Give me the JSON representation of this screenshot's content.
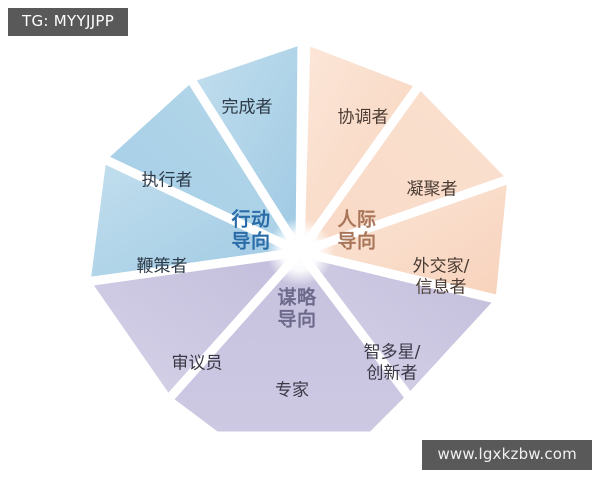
{
  "badge": {
    "text": "TG: MYYJJPP"
  },
  "watermark": {
    "text": "www.lgxkzbw.com"
  },
  "chart_data": {
    "type": "pie",
    "title": "",
    "subtitle": "",
    "legend_position": "none",
    "grid": false,
    "description": "Nine-segment team-role wheel divided into three color-coded orientation groups",
    "groups": [
      {
        "id": "action",
        "hub_label": "行动\n导向",
        "hub_label_line1": "行动",
        "hub_label_line2": "导向",
        "fill": "#a8cfe5",
        "fill_light": "#c3dfee",
        "hub_color": "#2a6ca8",
        "text_color": "#2e3b48",
        "count": 3
      },
      {
        "id": "people",
        "hub_label": "人际\n导向",
        "hub_label_line1": "人际",
        "hub_label_line2": "导向",
        "fill": "#f9d9c6",
        "fill_light": "#fce8dc",
        "hub_color": "#a9765a",
        "text_color": "#4a3b33",
        "count": 3
      },
      {
        "id": "thinking",
        "hub_label": "谋略\n导向",
        "hub_label_line1": "谋略",
        "hub_label_line2": "导向",
        "fill": "#c9c5e0",
        "fill_light": "#d8d5ea",
        "hub_color": "#6d6a8c",
        "text_color": "#3b3846",
        "count": 3
      }
    ],
    "segments": [
      {
        "label": "完成者",
        "group": "action",
        "group_label": "行动导向",
        "value": 1,
        "index": 0
      },
      {
        "label": "执行者",
        "group": "action",
        "group_label": "行动导向",
        "value": 1,
        "index": 1
      },
      {
        "label": "鞭策者",
        "group": "action",
        "group_label": "行动导向",
        "value": 1,
        "index": 2
      },
      {
        "label": "审议员",
        "group": "thinking",
        "group_label": "谋略导向",
        "value": 1,
        "index": 3
      },
      {
        "label": "专家",
        "group": "thinking",
        "group_label": "谋略导向",
        "value": 1,
        "index": 4
      },
      {
        "label": "智多星/\n创新者",
        "group": "thinking",
        "group_label": "谋略导向",
        "value": 1,
        "index": 5
      },
      {
        "label": "外交家/\n信息者",
        "group": "people",
        "group_label": "人际导向",
        "value": 1,
        "index": 6
      },
      {
        "label": "凝聚者",
        "group": "people",
        "group_label": "人际导向",
        "value": 1,
        "index": 7
      },
      {
        "label": "协调者",
        "group": "people",
        "group_label": "人际导向",
        "value": 1,
        "index": 8
      }
    ],
    "categories": [
      "完成者",
      "执行者",
      "鞭策者",
      "审议员",
      "专家",
      "智多星/创新者",
      "外交家/信息者",
      "凝聚者",
      "协调者"
    ],
    "values": [
      1,
      1,
      1,
      1,
      1,
      1,
      1,
      1,
      1
    ],
    "colors": [
      "#a8cfe5",
      "#a8cfe5",
      "#a8cfe5",
      "#c9c5e0",
      "#c9c5e0",
      "#c9c5e0",
      "#f9d9c6",
      "#f9d9c6",
      "#f9d9c6"
    ]
  },
  "colors": {
    "blue": "#a8cfe5",
    "peach": "#f9d9c6",
    "lilac": "#c9c5e0",
    "badge_bg": "#595959",
    "badge_fg": "#ffffff",
    "background": "#ffffff"
  }
}
